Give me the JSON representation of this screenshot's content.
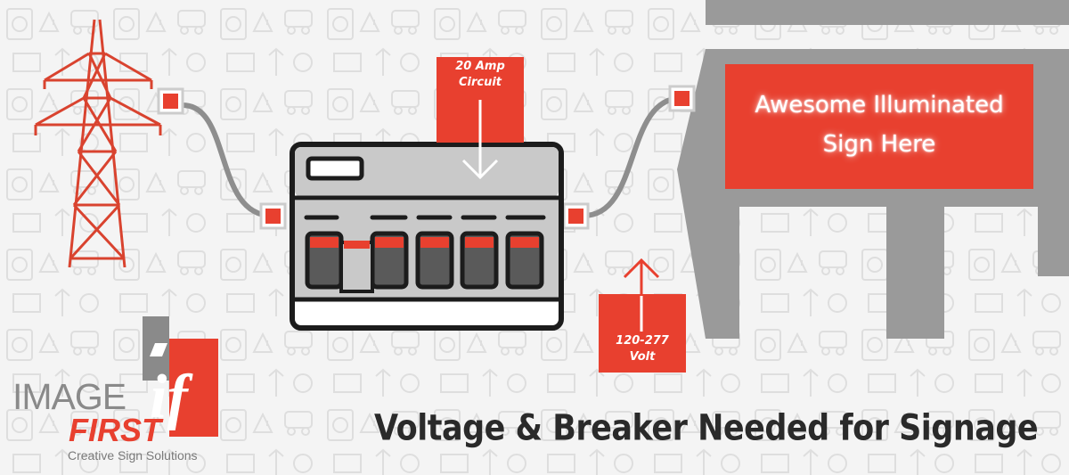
{
  "labels": {
    "amp_line1": "20 Amp",
    "amp_line2": "Circuit",
    "volt_line1": "120-277",
    "volt_line2": "Volt"
  },
  "sign": {
    "line1": "Awesome Illuminated",
    "line2": "Sign Here"
  },
  "headline": "Voltage & Breaker Needed for Signage",
  "logo": {
    "word1": "IMAGE",
    "word2": "FIRST",
    "tagline": "Creative Sign Solutions",
    "mark": "if"
  },
  "colors": {
    "accent": "#e8402f",
    "gray": "#9a9a9a",
    "dark": "#1a1a1a"
  },
  "icons": [
    "transmission-tower-icon",
    "breaker-panel-icon",
    "building-icon",
    "arrow-down-icon",
    "arrow-up-icon"
  ]
}
